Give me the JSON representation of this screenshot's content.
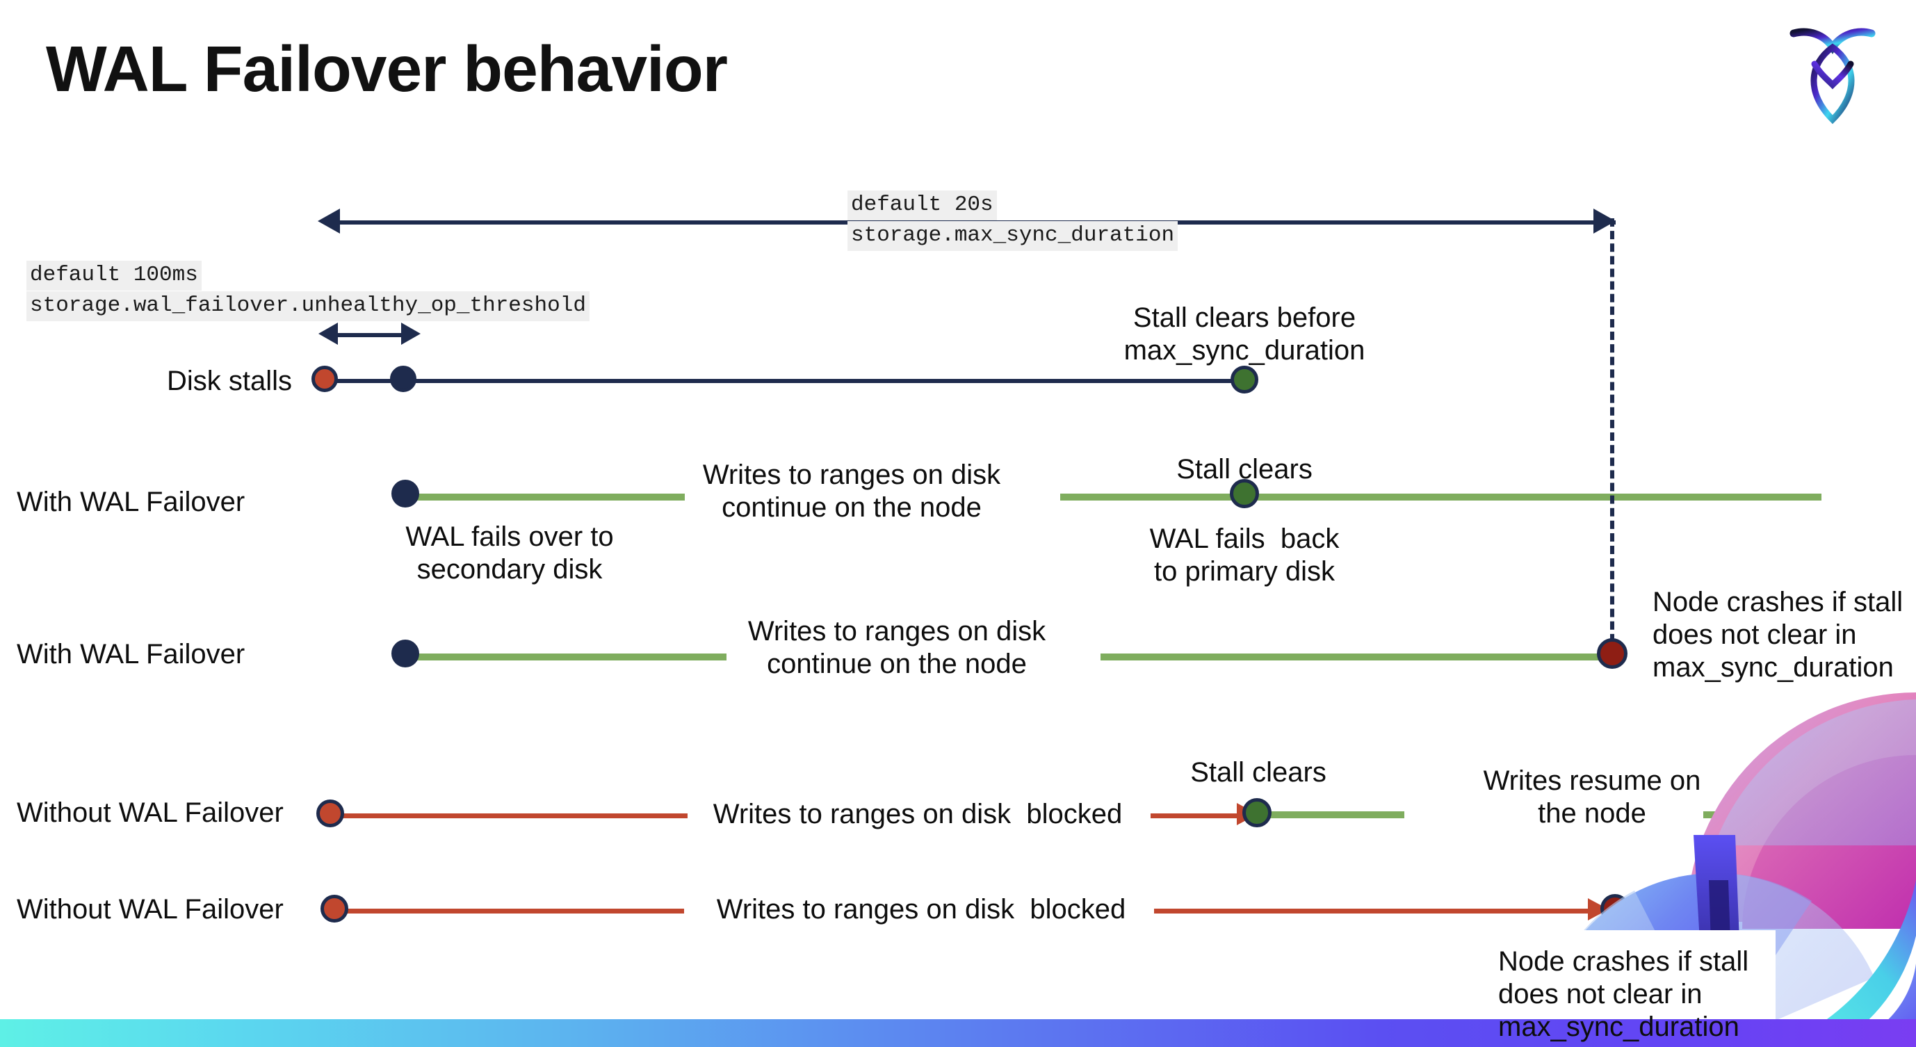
{
  "slide": {
    "title": "WAL Failover behavior",
    "logo_name": "cockroachdb-logo"
  },
  "settings": [
    {
      "id": "max-sync-duration",
      "default_label": "default 20s",
      "setting_name": "storage.max_sync_duration"
    },
    {
      "id": "unhealthy-op-threshold",
      "default_label": "default 100ms",
      "setting_name": "storage.wal_failover.unhealthy_op_threshold"
    }
  ],
  "rows": [
    {
      "id": "disk-stalls",
      "label": "Disk stalls",
      "annotation_top": "Stall clears before\nmax_sync_duration"
    },
    {
      "id": "with-wal-failover-clears",
      "label": "With WAL Failover",
      "annotation_mid_left": "Writes to ranges on disk\ncontinue on the node",
      "annotation_below_left": "WAL fails over to\nsecondary disk",
      "annotation_top_right": "Stall clears",
      "annotation_below_right": "WAL fails  back\nto primary disk"
    },
    {
      "id": "with-wal-failover-crash",
      "label": "With WAL Failover",
      "annotation_mid": "Writes to ranges on disk\ncontinue on the node",
      "annotation_right": "Node crashes if stall\ndoes not clear in\nmax_sync_duration"
    },
    {
      "id": "without-wal-failover-clears",
      "label": "Without WAL Failover",
      "annotation_mid": "Writes to ranges on disk  blocked",
      "annotation_top_right": "Stall clears",
      "annotation_right": "Writes resume on\nthe node"
    },
    {
      "id": "without-wal-failover-crash",
      "label": "Without WAL Failover",
      "annotation_mid": "Writes to ranges on disk  blocked",
      "annotation_callout": "Node crashes if stall\ndoes not clear in\nmax_sync_duration"
    }
  ],
  "colors": {
    "navy": "#1e2b4d",
    "red": "#c1472e",
    "dark_red": "#8e1e14",
    "green_line": "#7fad5e",
    "green_dot": "#3e7230",
    "chip_background": "#efefef",
    "text": "#0d0d0d"
  }
}
